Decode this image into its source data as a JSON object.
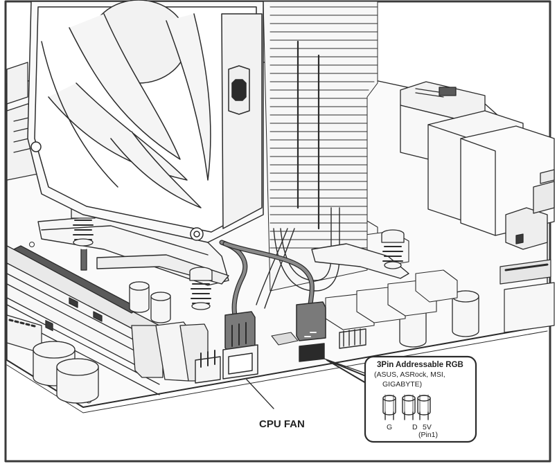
{
  "labels": {
    "cpu_fan": "CPU FAN"
  },
  "callout": {
    "title": "3Pin Addressable RGB",
    "brands_line1": "(ASUS, ASRock, MSI,",
    "brands_line2": "GIGABYTE)",
    "pin_g": "G",
    "pin_d": "D",
    "pin_5v": "5V",
    "pin1_note": "(Pin1)"
  },
  "colors": {
    "line": "#2b2b2b",
    "fill_light": "#f4f4f4",
    "fill_mid": "#d6d6d6",
    "connector": "#7a7a7a",
    "cable": "#8a8a8a"
  }
}
